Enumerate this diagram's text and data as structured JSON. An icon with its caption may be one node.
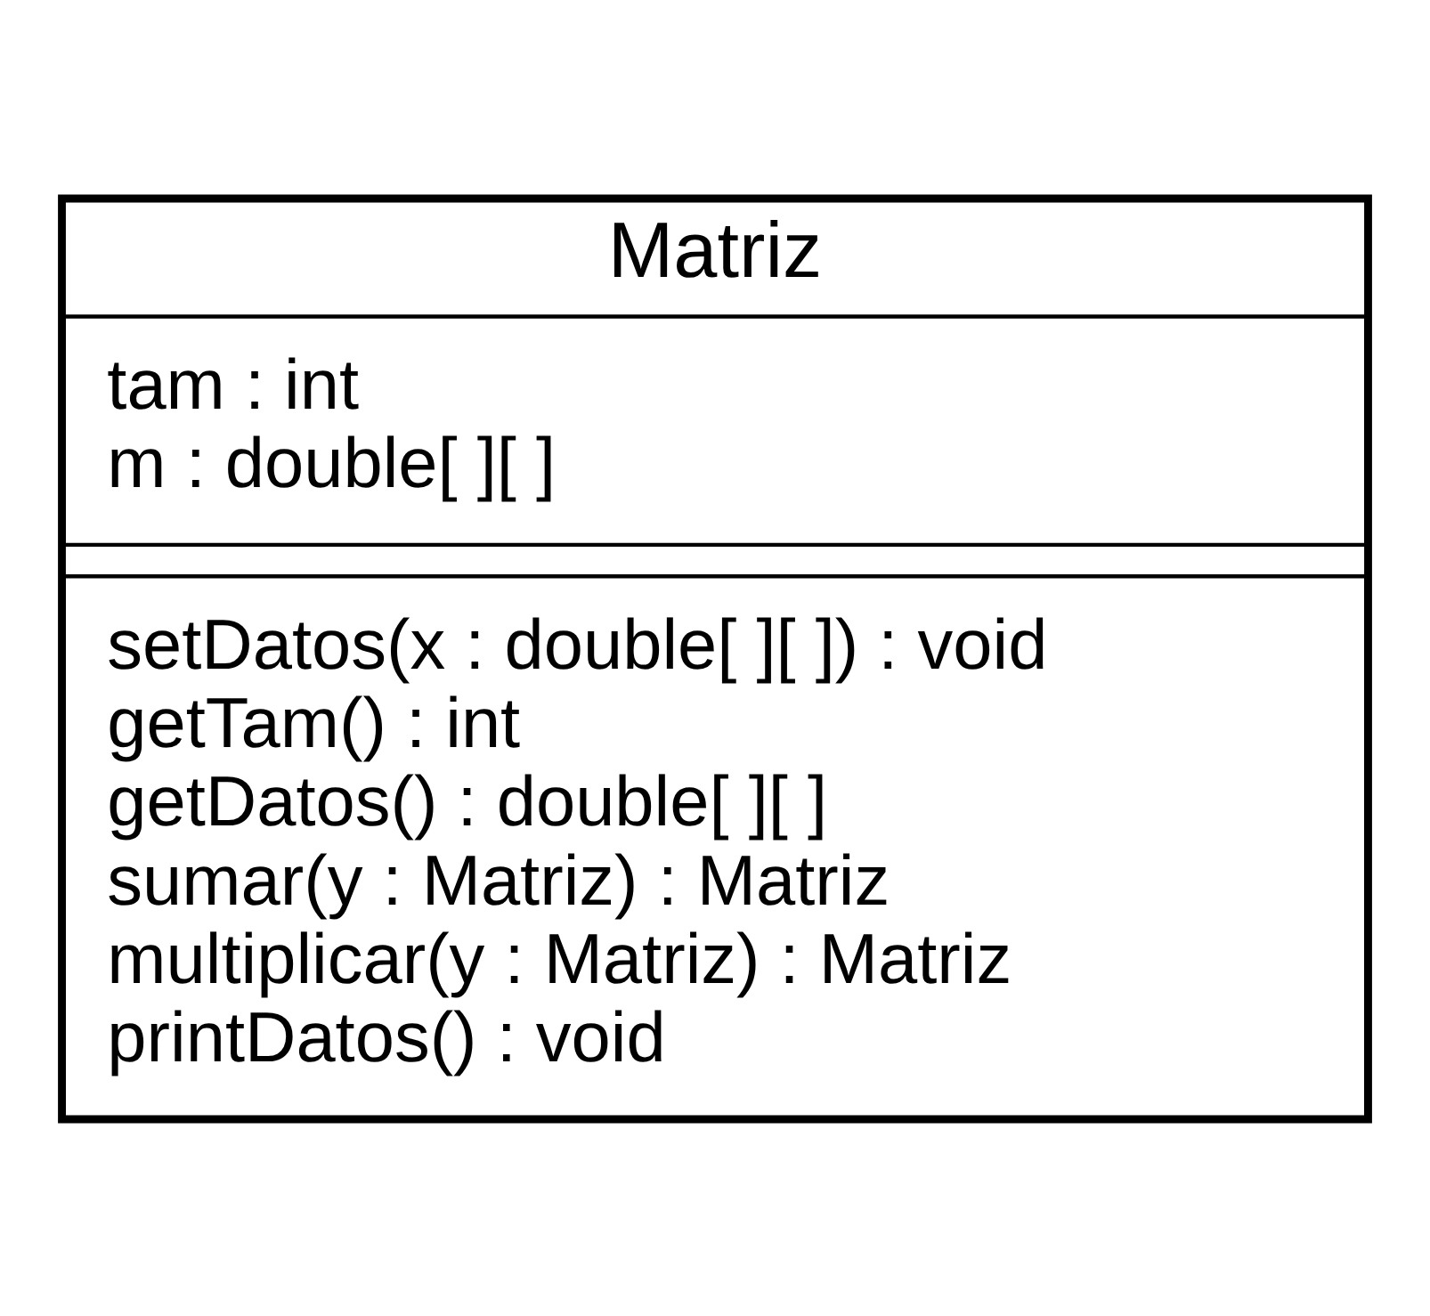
{
  "diagram": {
    "nodes": [
      {
        "text": [
          "Matriz"
        ]
      },
      {
        "text": [
          "tam : int",
          "m : double[ ][ ]"
        ],
        "in": 0
      },
      {
        "text": [
          "setDatos(x : double[ ][ ]) : void",
          "getTam() : int",
          "getDatos() : double[ ][ ]",
          "sumar(y : Matriz) : Matriz",
          "multiplicar(y : Matriz) : Matriz",
          "printDatos() : void"
        ],
        "in": 0
      }
    ],
    "edges": []
  }
}
